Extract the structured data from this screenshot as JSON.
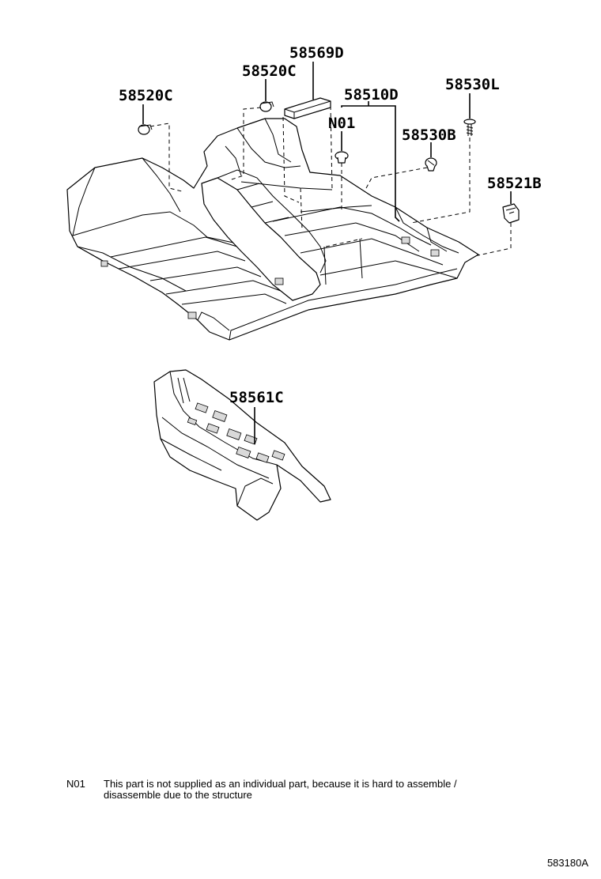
{
  "parts": {
    "p58569D": "58569D",
    "p58520C_top": "58520C",
    "p58520C_left": "58520C",
    "p58510D": "58510D",
    "p58530L": "58530L",
    "pN01": "N01",
    "p58530B": "58530B",
    "p58521B": "58521B",
    "p58561C": "58561C"
  },
  "note": {
    "code": "N01",
    "line1": "This part is not supplied as an individual part, because it is hard to assemble /",
    "line2": "disassemble due to the structure"
  },
  "catalog_code": "583180A"
}
